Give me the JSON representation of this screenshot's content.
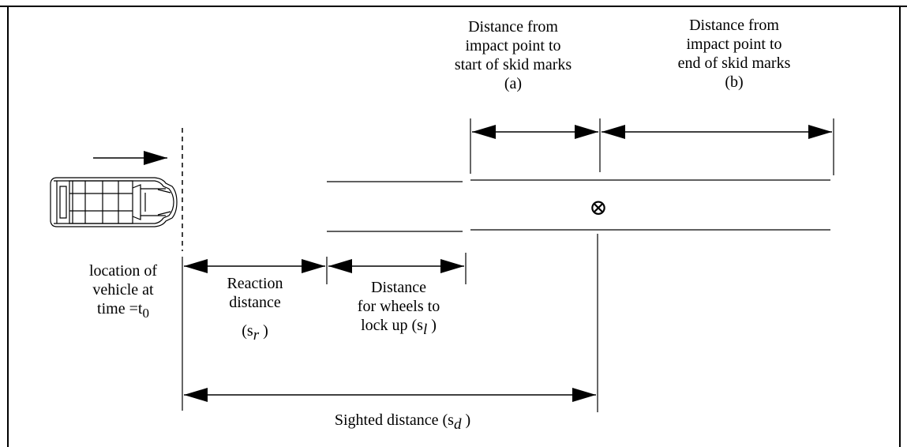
{
  "diagram": {
    "labels": {
      "skid_start": {
        "lines": [
          "Distance from",
          "impact point to",
          "start of skid marks",
          "(a)"
        ]
      },
      "skid_end": {
        "lines": [
          "Distance from",
          "impact point to",
          "end of skid marks",
          "(b)"
        ]
      },
      "vehicle_location": {
        "line1": "location of",
        "line2": "vehicle at",
        "line3_text": "time =t",
        "line3_sub": "0"
      },
      "reaction": {
        "line1": "Reaction",
        "line2": "distance",
        "sym_open": "(s",
        "sym_sub": "r",
        "sym_close": " )"
      },
      "lockup": {
        "line1": "Distance",
        "line2": "for wheels to",
        "line3_text": "lock up (s",
        "line3_sub": "l",
        "line3_close": " )"
      },
      "sighted": {
        "text": "Sighted distance (s",
        "sub": "d",
        "close": " )"
      }
    },
    "symbols": {
      "impact_point": "⊗",
      "travel_direction": "arrow-right-icon",
      "vehicle": "car-top-view-icon"
    },
    "colors": {
      "stroke": "#000000",
      "background": "#ffffff"
    }
  }
}
